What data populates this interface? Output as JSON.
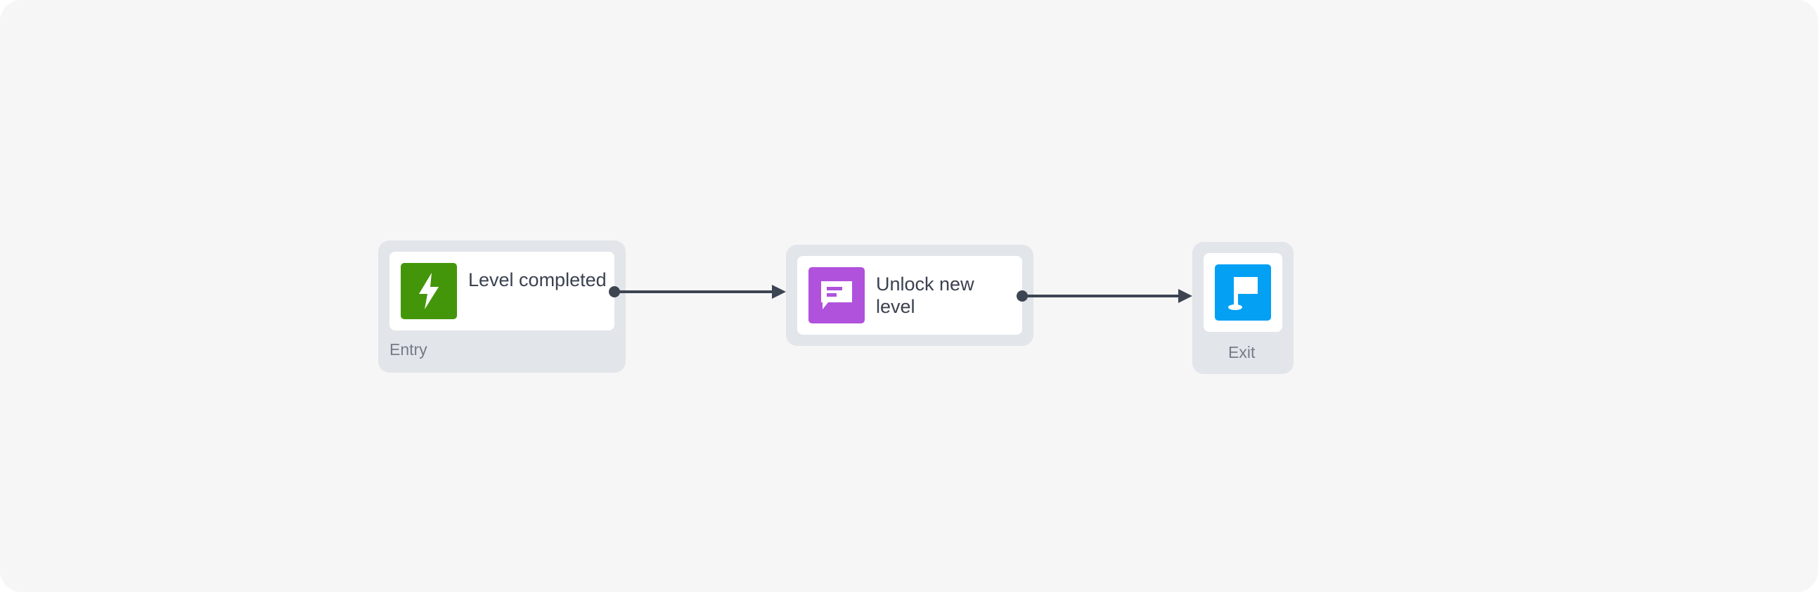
{
  "flow": {
    "steps": [
      {
        "id": "entry",
        "label": "Level completed",
        "caption": "Entry",
        "icon": "lightning-bolt-icon",
        "icon_color": "#43960a"
      },
      {
        "id": "action",
        "label": "Unlock new level",
        "icon": "message-bubble-icon",
        "icon_color": "#b052dc"
      },
      {
        "id": "exit",
        "caption": "Exit",
        "icon": "flag-icon",
        "icon_color": "#03a0f4"
      }
    ],
    "connections": [
      {
        "from": "entry",
        "to": "action"
      },
      {
        "from": "action",
        "to": "exit"
      }
    ],
    "connector_color": "#3d4452"
  }
}
